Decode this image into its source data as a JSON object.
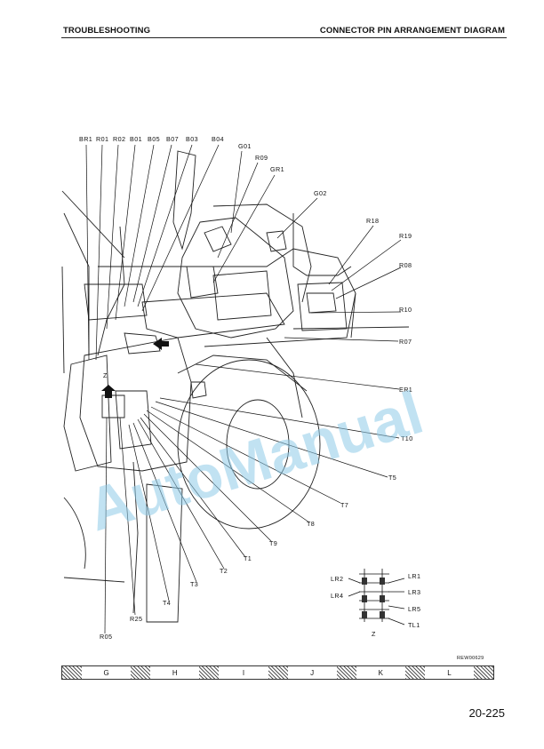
{
  "header": {
    "section": "TROUBLESHOOTING",
    "title": "CONNECTOR PIN ARRANGEMENT DIAGRAM"
  },
  "labels": {
    "BR1": "BR1",
    "R01": "R01",
    "R02": "R02",
    "B01": "B01",
    "B05": "B05",
    "B07": "B07",
    "B03": "B03",
    "B04": "B04",
    "G01": "G01",
    "R09": "R09",
    "GR1": "GR1",
    "G02": "G02",
    "R18": "R18",
    "R19": "R19",
    "R08": "R08",
    "R10": "R10",
    "R07": "R07",
    "ER1": "ER1",
    "T10": "T10",
    "T5": "T5",
    "T7": "T7",
    "T8": "T8",
    "T9": "T9",
    "T1": "T1",
    "T2": "T2",
    "T3": "T3",
    "T4": "T4",
    "R25": "R25",
    "R05": "R05",
    "Z": "Z"
  },
  "inset": {
    "LR1": "LR1",
    "LR2": "LR2",
    "LR3": "LR3",
    "LR4": "LR4",
    "LR5": "LR5",
    "TL1": "TL1",
    "caption": "Z"
  },
  "watermark": "AutoManual",
  "reference_code": "REW00629",
  "zones": [
    "G",
    "H",
    "I",
    "J",
    "K",
    "L"
  ],
  "page_number": "20-225"
}
